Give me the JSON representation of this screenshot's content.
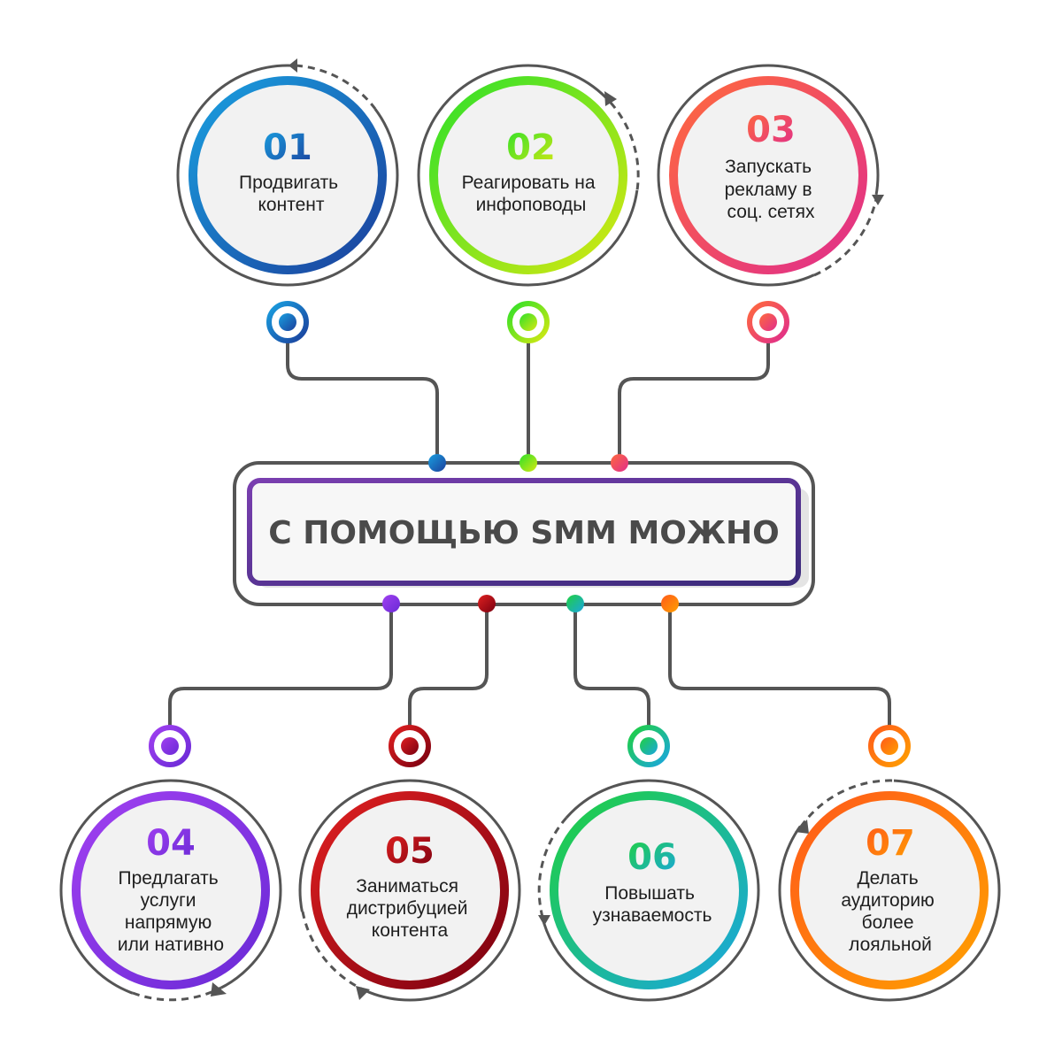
{
  "center": {
    "title": "С ПОМОЩЬЮ SMM МОЖНО"
  },
  "items": [
    {
      "id": "01",
      "number": "01",
      "lines": [
        "Продвигать",
        "контент"
      ],
      "color_a": "#1aa0e0",
      "color_b": "#1b3f9c"
    },
    {
      "id": "02",
      "number": "02",
      "lines": [
        "Реагировать на",
        "инфоповоды"
      ],
      "color_a": "#2ee02a",
      "color_b": "#d6e812"
    },
    {
      "id": "03",
      "number": "03",
      "lines": [
        "Запускать",
        "рекламу в",
        "соц. сетях"
      ],
      "color_a": "#ff6a3d",
      "color_b": "#e02d8c"
    },
    {
      "id": "04",
      "number": "04",
      "lines": [
        "Предлагать",
        "услуги",
        "напрямую",
        "или нативно"
      ],
      "color_a": "#a040f0",
      "color_b": "#6a2ad6"
    },
    {
      "id": "05",
      "number": "05",
      "lines": [
        "Заниматься",
        "дистрибуцией",
        "контента"
      ],
      "color_a": "#e02020",
      "color_b": "#7a0010"
    },
    {
      "id": "06",
      "number": "06",
      "lines": [
        "Повышать",
        "узнаваемость"
      ],
      "color_a": "#20d040",
      "color_b": "#1aa6e0"
    },
    {
      "id": "07",
      "number": "07",
      "lines": [
        "Делать",
        "аудиторию",
        "более",
        "лояльной"
      ],
      "color_a": "#ff5a1a",
      "color_b": "#ffa000"
    }
  ],
  "colors": {
    "connector": "#555555",
    "outer_ring": "#555555",
    "central_border": "#7a3fb0",
    "central_border_end": "#3a2a7a"
  }
}
